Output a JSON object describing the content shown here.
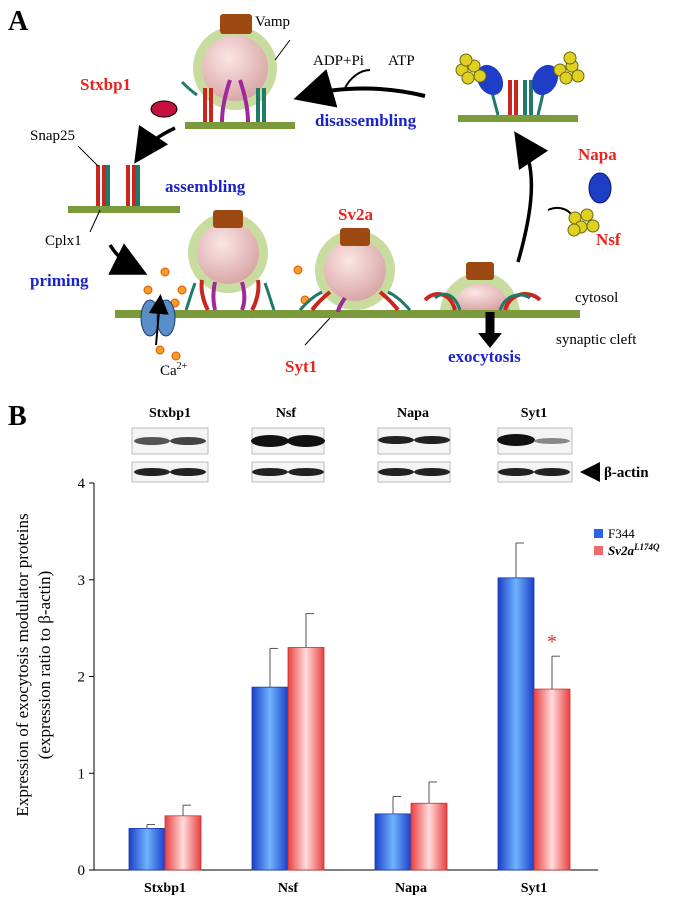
{
  "panel_a": {
    "letter": "A",
    "labels": {
      "vamp": "Vamp",
      "adp": "ADP+Pi",
      "atp": "ATP",
      "disassembling": "disassembling",
      "stxbp1": "Stxbp1",
      "snap25": "Snap25",
      "assembling": "assembling",
      "cplx1": "Cplx1",
      "priming": "priming",
      "sv2a": "Sv2a",
      "napa": "Napa",
      "nsf": "Nsf",
      "cytosol": "cytosol",
      "synaptic_cleft": "synaptic cleft",
      "syt1": "Syt1",
      "exocytosis": "exocytosis",
      "ca": "Ca",
      "ca_sup": "2+"
    }
  },
  "panel_b": {
    "letter": "B",
    "blot_labels": [
      "Stxbp1",
      "Nsf",
      "Napa",
      "Syt1"
    ],
    "beta_actin": "β-actin",
    "ylabel_line1": "Expression of exocytosis modulator proteins",
    "ylabel_line2": "(expression ratio to β-actin)",
    "significance": "*"
  },
  "chart_data": {
    "type": "bar",
    "categories": [
      "Stxbp1",
      "Nsf",
      "Napa",
      "Syt1"
    ],
    "series": [
      {
        "name": "F344",
        "values": [
          0.43,
          1.89,
          0.58,
          3.02
        ],
        "errors": [
          0.04,
          0.4,
          0.18,
          0.36
        ]
      },
      {
        "name": "Sv2a",
        "name_sup": "L174Q",
        "values": [
          0.56,
          2.3,
          0.69,
          1.87
        ],
        "errors": [
          0.11,
          0.35,
          0.22,
          0.34
        ]
      }
    ],
    "ylim": [
      0,
      4
    ],
    "yticks": [
      "0",
      "1",
      "2",
      "3",
      "4"
    ],
    "colors": {
      "F344": "#2a62e8",
      "Sv2a": "#f06a6a",
      "accent_red": "#e8241c",
      "accent_blue": "#1c23c8",
      "membrane": "#7a9a3c"
    },
    "legend_position": "right"
  }
}
